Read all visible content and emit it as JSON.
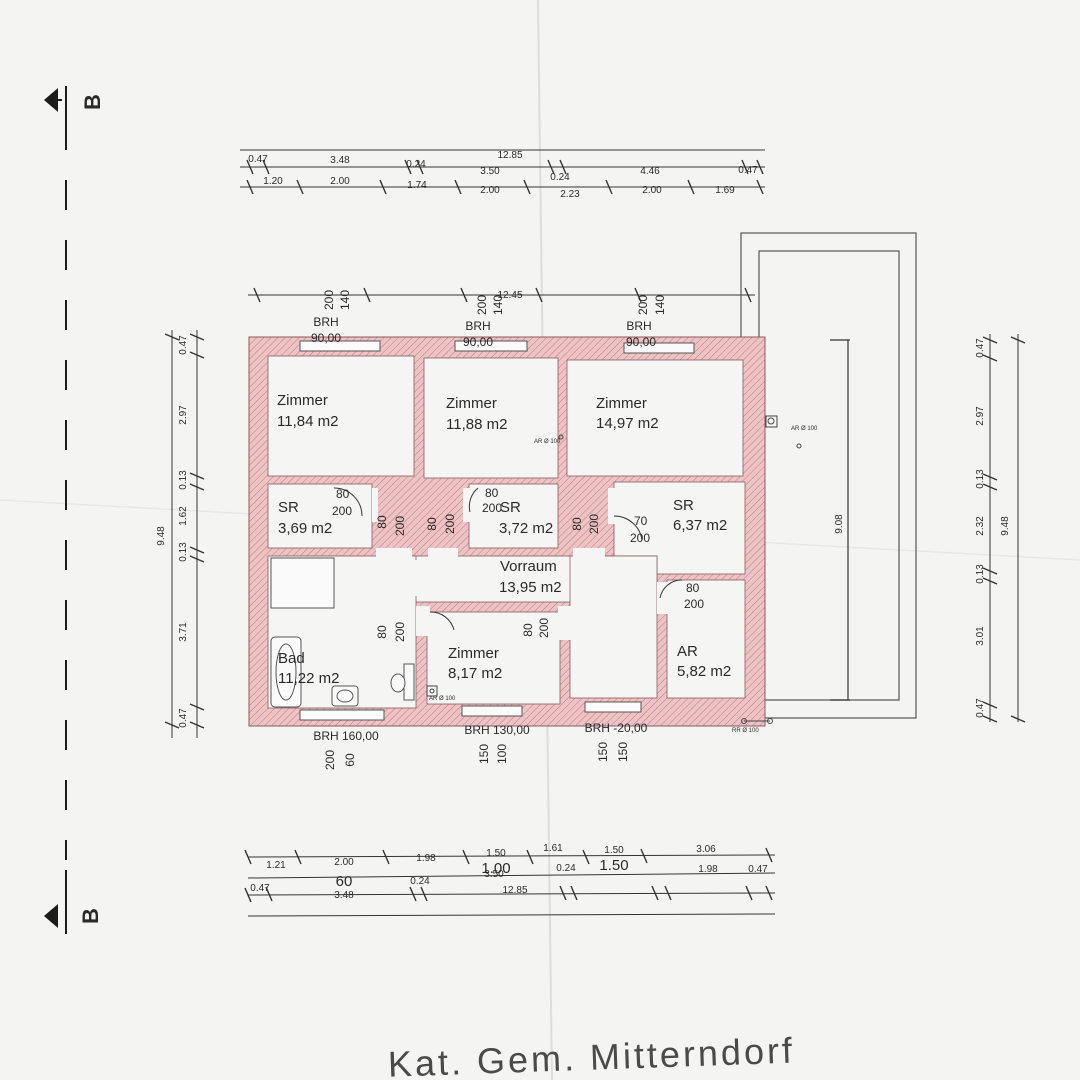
{
  "section": {
    "left_top": "B",
    "left_bottom": "B"
  },
  "top_dims": {
    "row1": [
      "0.47",
      "3.48",
      "0.24",
      "3.50",
      "0.24",
      "4.46",
      "0.47"
    ],
    "row2": [
      "1.20",
      "2.00",
      "1.74",
      "2.00",
      "2.23",
      "2.00",
      "1.69"
    ],
    "overall": "12.85",
    "wall_overall": "12.45"
  },
  "bottom_dims": {
    "row1": [
      "1.21",
      "2.00",
      "1.98",
      "1.50",
      "1.61",
      "1.50",
      "3.06"
    ],
    "row_openings": [
      "60",
      "1.00",
      "1.50"
    ],
    "row2": [
      "0.47",
      "3.48",
      "0.24",
      "3.50",
      "0.24",
      "1.98",
      "0.47"
    ],
    "overall": "12.85"
  },
  "left_dims": [
    "0.47",
    "2.97",
    "0.13",
    "1.62",
    "0.13",
    "3.71",
    "0.47"
  ],
  "left_total": "9.48",
  "right_dims": [
    "0.47",
    "2.97",
    "0.13",
    "2.32",
    "0.13",
    "3.01",
    "0.47"
  ],
  "right_total": "9.48",
  "terrace_dim": "9.08",
  "windows_top": [
    {
      "brh": "BRH",
      "val": "90,00",
      "h": "200",
      "w": "140"
    },
    {
      "brh": "BRH",
      "val": "90,00",
      "h": "200",
      "w": "140"
    },
    {
      "brh": "BRH",
      "val": "90,00",
      "h": "200",
      "w": "140"
    }
  ],
  "windows_bottom": [
    {
      "brh": "BRH 160,00",
      "h": "200",
      "w": "60"
    },
    {
      "brh": "BRH 130,00",
      "h": "150",
      "w": "100"
    },
    {
      "brh": "BRH -20,00",
      "h": "150",
      "w": "150"
    }
  ],
  "rooms": [
    {
      "name": "Zimmer",
      "area": "11,84 m2"
    },
    {
      "name": "Zimmer",
      "area": "11,88 m2"
    },
    {
      "name": "Zimmer",
      "area": "14,97 m2"
    },
    {
      "name": "SR",
      "area": "3,69 m2"
    },
    {
      "name": "SR",
      "area": "3,72 m2"
    },
    {
      "name": "SR",
      "area": "6,37 m2"
    },
    {
      "name": "Vorraum",
      "area": "13,95 m2"
    },
    {
      "name": "Bad",
      "area": "11,22 m2"
    },
    {
      "name": "Zimmer",
      "area": "8,17 m2"
    },
    {
      "name": "AR",
      "area": "5,82 m2"
    }
  ],
  "doors": [
    {
      "w": "80",
      "h": "200"
    },
    {
      "w": "80",
      "h": "200"
    },
    {
      "w": "70",
      "h": "200"
    },
    {
      "w": "80",
      "h": "200"
    },
    {
      "w": "80",
      "h": "200"
    },
    {
      "w": "80",
      "h": "200"
    },
    {
      "w": "80",
      "h": "200"
    },
    {
      "w": "80",
      "h": "200"
    },
    {
      "w": "80",
      "h": "200"
    }
  ],
  "pipe_labels": [
    "AR Ø 100",
    "AR Ø 100",
    "AR Ø 100",
    "RR Ø 100"
  ],
  "footer": "Kat. Gem. Mitterndorf",
  "colors": {
    "paper": "#f5f6f4",
    "wall": "#e8b6b8",
    "wall_edge": "#8a5a5e",
    "ink": "#2a2a2a"
  }
}
